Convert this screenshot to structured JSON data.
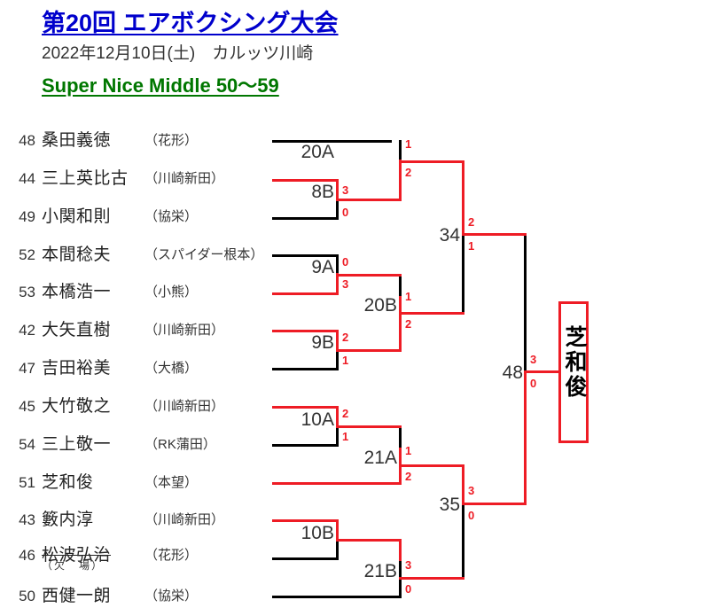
{
  "header": {
    "title": "第20回 エアボクシング大会",
    "date_venue": "2022年12月10日(土)　カルッツ川崎",
    "class": "Super Nice Middle 50〜59",
    "title_color": "#0000cc",
    "class_color": "#007700"
  },
  "colors": {
    "win_line": "#ee1c25",
    "lose_line": "#000000",
    "score_text": "#ee1c25"
  },
  "entries": [
    {
      "no": "48",
      "name": "桑田義徳",
      "club": "（花形）",
      "note": ""
    },
    {
      "no": "44",
      "name": "三上英比古",
      "club": "（川崎新田）",
      "note": ""
    },
    {
      "no": "49",
      "name": "小関和則",
      "club": "（協栄）",
      "note": ""
    },
    {
      "no": "52",
      "name": "本間稔夫",
      "club": "（スパイダー根本）",
      "note": ""
    },
    {
      "no": "53",
      "name": "本橋浩一",
      "club": "（小熊）",
      "note": ""
    },
    {
      "no": "42",
      "name": "大矢直樹",
      "club": "（川崎新田）",
      "note": ""
    },
    {
      "no": "47",
      "name": "吉田裕美",
      "club": "（大橋）",
      "note": ""
    },
    {
      "no": "45",
      "name": "大竹敬之",
      "club": "（川崎新田）",
      "note": ""
    },
    {
      "no": "54",
      "name": "三上敬一",
      "club": "（RK蒲田）",
      "note": ""
    },
    {
      "no": "51",
      "name": "芝和俊",
      "club": "（本望）",
      "note": ""
    },
    {
      "no": "43",
      "name": "籔内淳",
      "club": "（川崎新田）",
      "note": ""
    },
    {
      "no": "46",
      "name": "松波弘治",
      "club": "（花形）",
      "note": "（欠　場）"
    },
    {
      "no": "50",
      "name": "西健一朗",
      "club": "（協栄）",
      "note": ""
    }
  ],
  "matches": {
    "r1": [
      {
        "id": "8B",
        "label": "8B"
      },
      {
        "id": "9A",
        "label": "9A"
      },
      {
        "id": "9B",
        "label": "9B"
      },
      {
        "id": "10A",
        "label": "10A"
      },
      {
        "id": "10B",
        "label": "10B"
      }
    ],
    "r2": [
      {
        "id": "20A",
        "label": "20A"
      },
      {
        "id": "20B",
        "label": "20B"
      },
      {
        "id": "21A",
        "label": "21A"
      },
      {
        "id": "21B",
        "label": "21B"
      }
    ],
    "r3": [
      {
        "id": "34",
        "label": "34"
      },
      {
        "id": "35",
        "label": "35"
      }
    ],
    "final": {
      "id": "48",
      "label": "48"
    }
  },
  "scores": {
    "m20A_top": "1",
    "m20A_bottom": "2",
    "m8B_top": "3",
    "m8B_bottom": "0",
    "m9A_top": "0",
    "m9A_bottom": "3",
    "m20B_top": "1",
    "m20B_bottom": "2",
    "m9B_top": "2",
    "m9B_bottom": "1",
    "m34_top": "2",
    "m34_bottom": "1",
    "m10A_top": "2",
    "m10A_bottom": "1",
    "m21A_top": "1",
    "m21A_bottom": "2",
    "m35_top": "3",
    "m35_bottom": "0",
    "m21B_top": "3",
    "m21B_bottom": "0",
    "m48_top": "3",
    "m48_bottom": "0"
  },
  "champion": {
    "name": "芝和俊"
  }
}
